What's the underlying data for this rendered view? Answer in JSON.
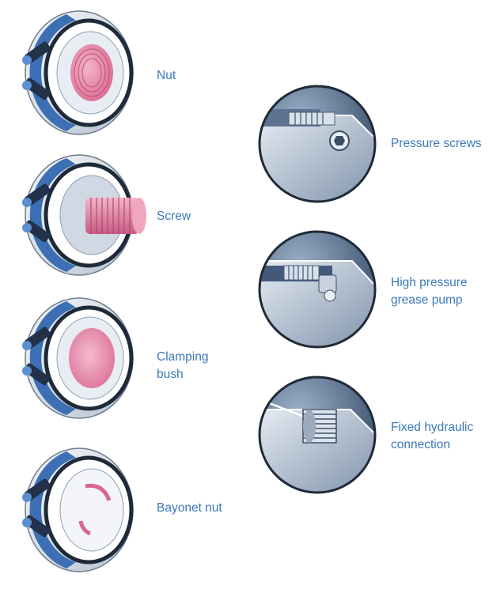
{
  "left_items": [
    {
      "id": "nut",
      "label": "Nut",
      "insert": "nut"
    },
    {
      "id": "screw",
      "label": "Screw",
      "insert": "screw"
    },
    {
      "id": "clamping-bush",
      "label_lines": [
        "Clamping",
        "bush"
      ],
      "insert": "bush"
    },
    {
      "id": "bayonet-nut",
      "label": "Bayonet nut",
      "insert": "bayonet"
    }
  ],
  "right_items": [
    {
      "id": "pressure-screws",
      "label": "Pressure screws",
      "detail": "screw"
    },
    {
      "id": "high-pressure-grease-pump",
      "label_lines": [
        "High pressure",
        "grease pump"
      ],
      "detail": "pump"
    },
    {
      "id": "fixed-hydraulic-connection",
      "label_lines": [
        "Fixed hydraulic",
        "connection"
      ],
      "detail": "fitting"
    }
  ],
  "colors": {
    "label": "#3a78b8",
    "ring_blue": "#3d6fb5",
    "insert_pink": "#e07a9e",
    "steel_dark": "#4f6a8c",
    "steel_light": "#d4dde7"
  }
}
